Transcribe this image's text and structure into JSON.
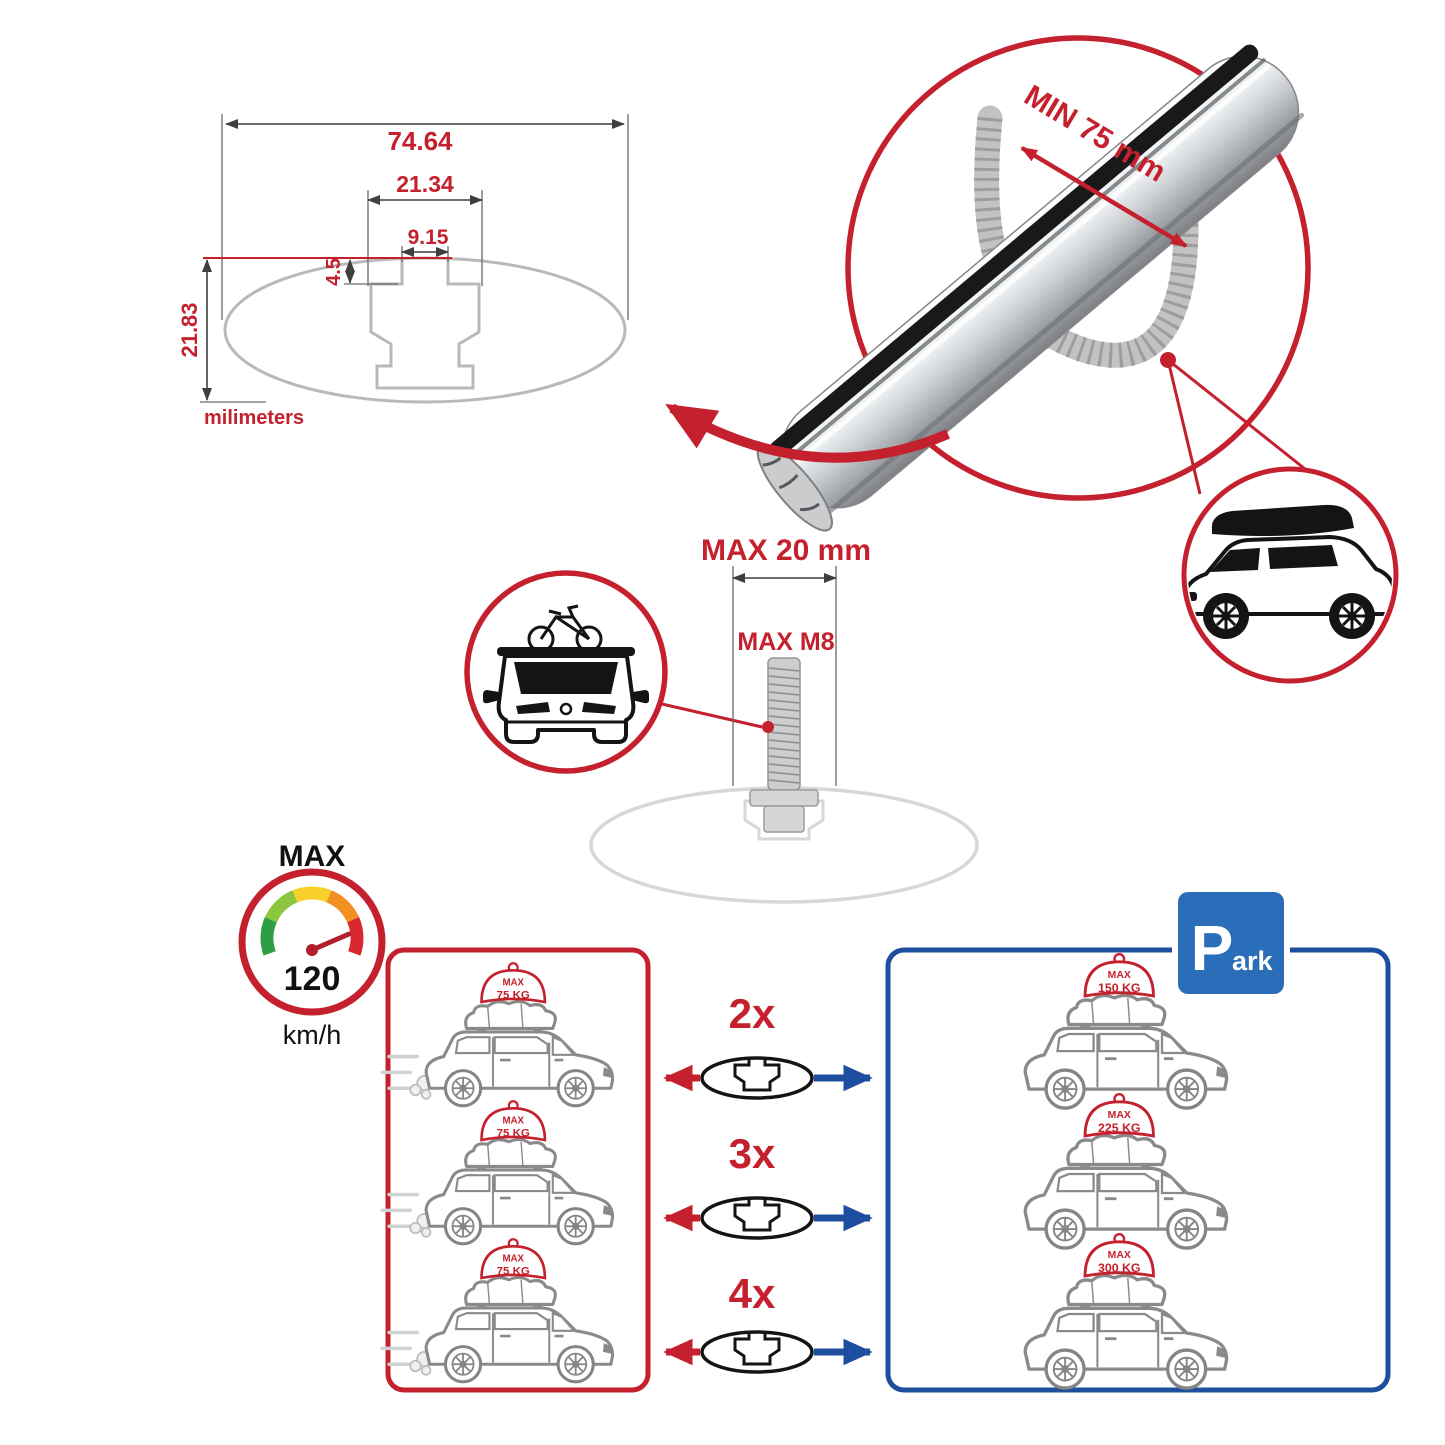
{
  "colors": {
    "red": "#c4202e",
    "blue": "#1d4f9e",
    "gray_outline": "#b9b9b9"
  },
  "profile_dimensions": {
    "total_width": "74.64",
    "channel_width": "21.34",
    "slot_width": "9.15",
    "slot_depth": "4.5",
    "total_height": "21.83",
    "units": "milimeters"
  },
  "crossbar_detail": {
    "clamp_min": "MIN 75 mm"
  },
  "mounting": {
    "max_width": "MAX 20 mm",
    "max_thread": "MAX M8"
  },
  "speed": {
    "label": "MAX",
    "value": "120",
    "unit": "km/h"
  },
  "parking_sign": {
    "letter": "P",
    "rest": "ark"
  },
  "driving_cars": [
    {
      "line1": "MAX",
      "line2": "75 KG"
    },
    {
      "line1": "MAX",
      "line2": "75 KG"
    },
    {
      "line1": "MAX",
      "line2": "75 KG"
    }
  ],
  "parked_cars": [
    {
      "line1": "MAX",
      "line2": "150 KG"
    },
    {
      "line1": "MAX",
      "line2": "225 KG"
    },
    {
      "line1": "MAX",
      "line2": "300 KG"
    }
  ],
  "bar_count_options": [
    {
      "label": "2x"
    },
    {
      "label": "3x"
    },
    {
      "label": "4x"
    }
  ]
}
